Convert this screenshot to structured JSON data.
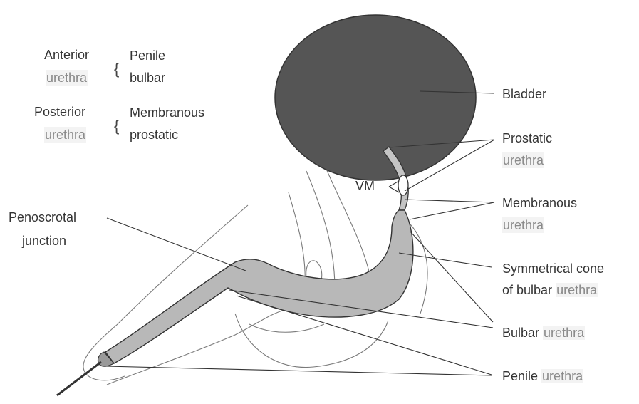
{
  "legend": {
    "anterior": {
      "line1": "Anterior",
      "line2": "urethra",
      "parts": [
        "Penile",
        "bulbar"
      ]
    },
    "posterior": {
      "line1": "Posterior",
      "line2": "urethra",
      "parts": [
        "Membranous",
        "prostatic"
      ]
    },
    "brace": "{"
  },
  "labels": {
    "bladder": "Bladder",
    "prostatic": {
      "line1": "Prostatic",
      "line2": "urethra"
    },
    "vm": "VM",
    "membranous": {
      "line1": "Membranous",
      "line2": "urethra"
    },
    "penoscrotal": {
      "line1": "Penoscrotal",
      "line2": "junction"
    },
    "cone": {
      "line1": "Symmetrical cone",
      "line2a": "of bulbar ",
      "line2b": "urethra"
    },
    "bulbar": {
      "word": "Bulbar ",
      "urethra": "urethra"
    },
    "penile": {
      "word": "Penile ",
      "urethra": "urethra"
    }
  },
  "colors": {
    "bladder_fill": "#555555",
    "urethra_fill": "#b8b8b8",
    "outline": "#333333",
    "sketch": "#7a7a7a",
    "muted_text": "#8a8a8a"
  }
}
